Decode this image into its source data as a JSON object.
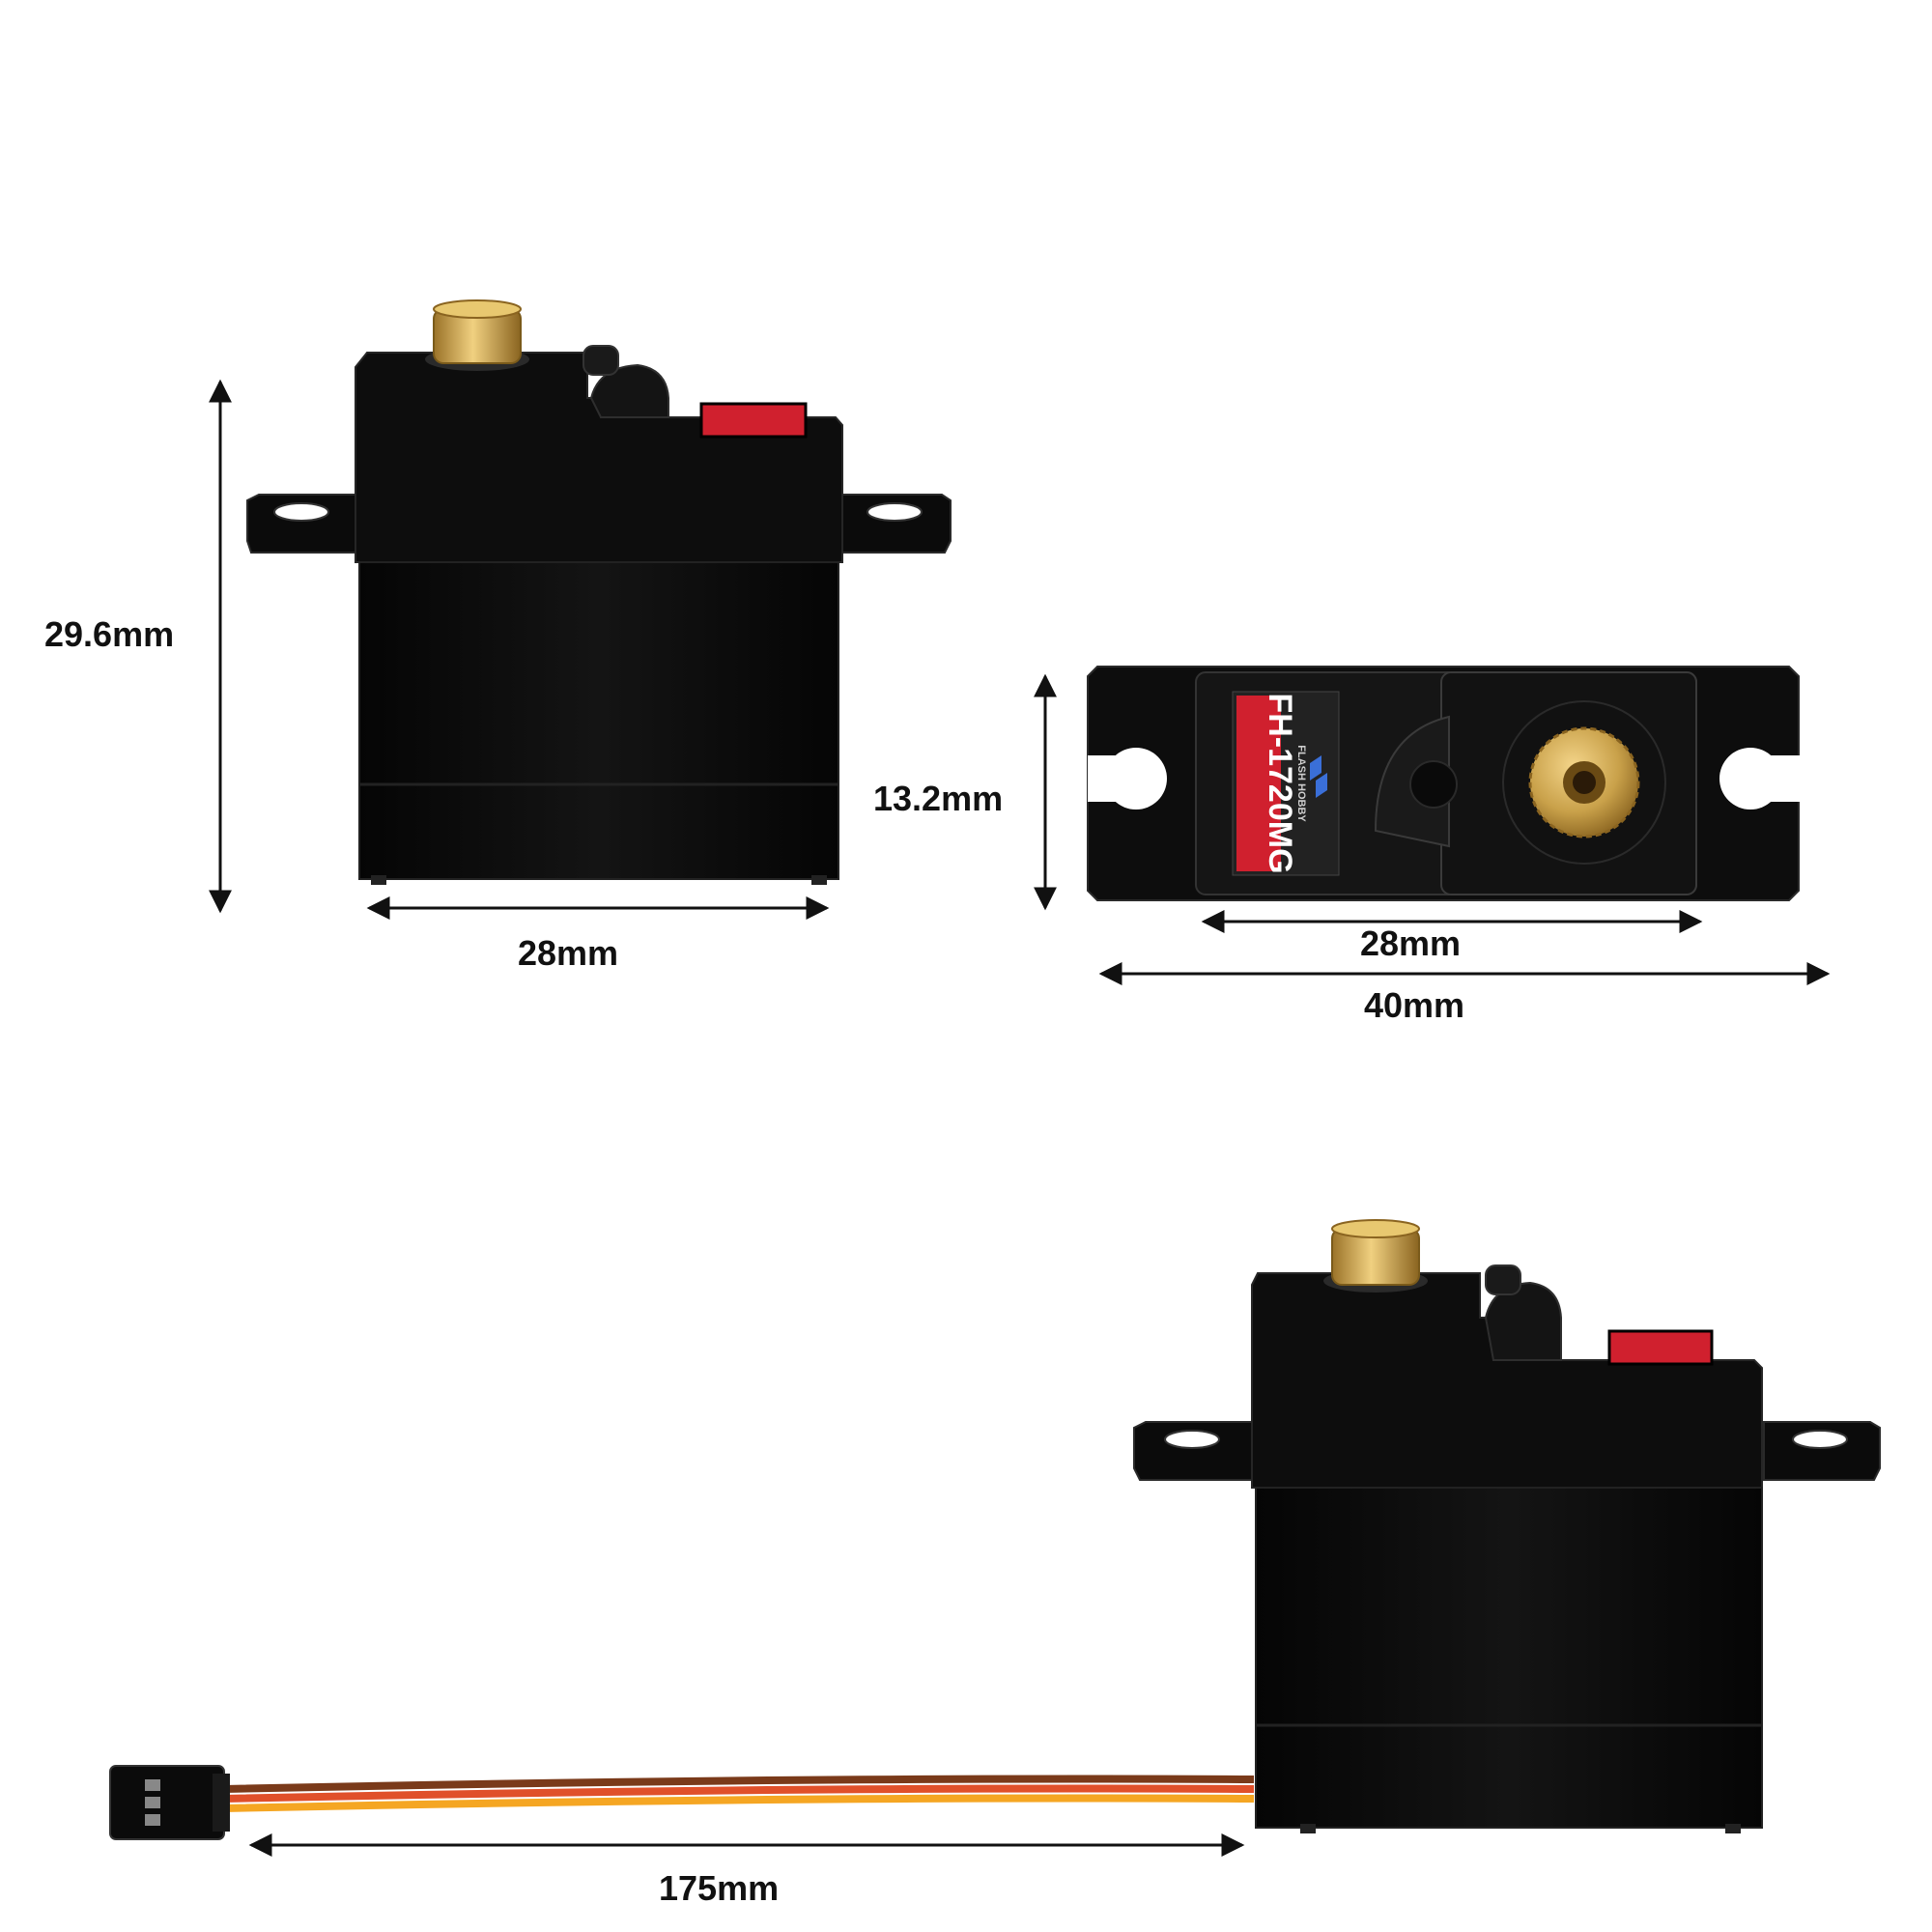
{
  "dimensions": {
    "side_height": "29.6mm",
    "side_width": "28mm",
    "top_height": "13.2mm",
    "top_body_width": "28mm",
    "top_total_width": "40mm",
    "cable_length": "175mm"
  },
  "product": {
    "model": "FH-1720MG",
    "brand": "FLASH HOBBY"
  },
  "colors": {
    "body": "#0c0c0c",
    "brass": "#c9a14a",
    "label_red": "#d0202e",
    "wire_brown": "#7a3a1a",
    "wire_red": "#e0502a",
    "wire_orange": "#f5a623"
  }
}
